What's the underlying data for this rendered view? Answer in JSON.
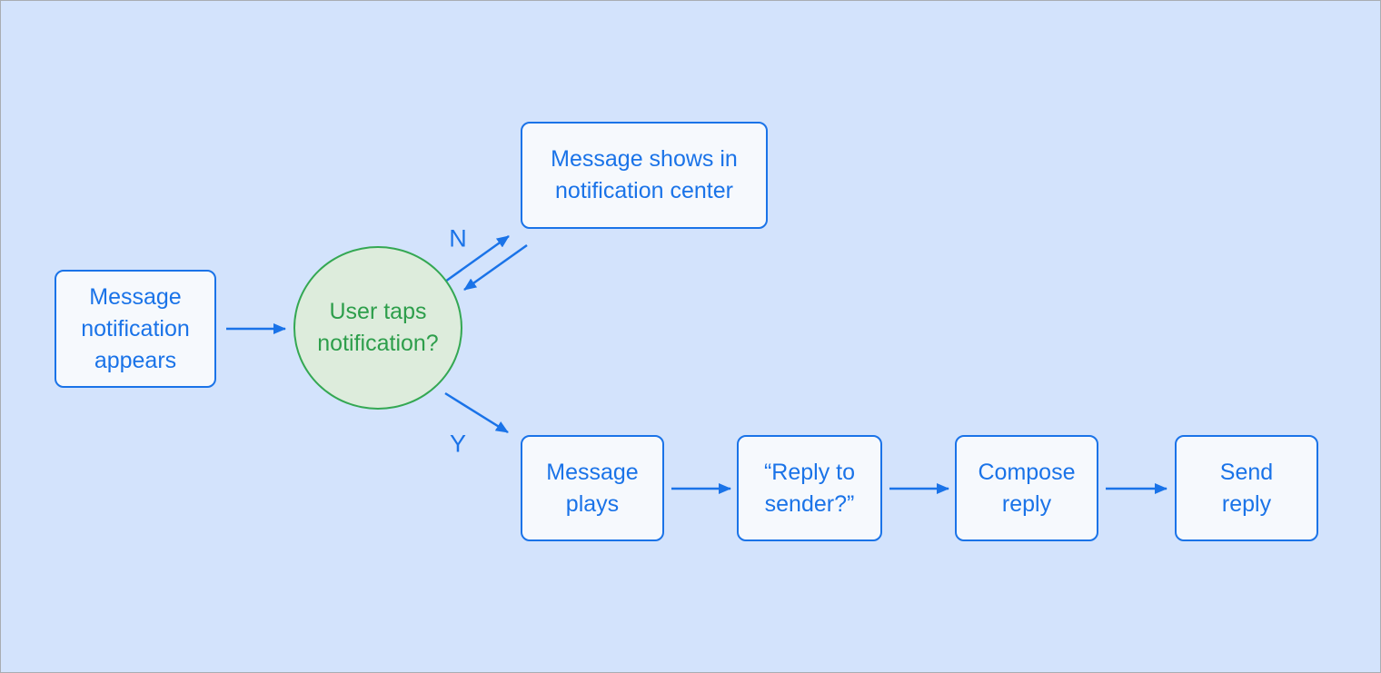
{
  "diagram": {
    "nodes": {
      "start": {
        "label": "Message\nnotification\nappears"
      },
      "decision": {
        "label": "User taps\nnotification?"
      },
      "no_case": {
        "label": "Message shows in\nnotification center"
      },
      "plays": {
        "label": "Message\nplays"
      },
      "reply": {
        "label": "“Reply to\nsender?”"
      },
      "compose": {
        "label": "Compose\nreply"
      },
      "send": {
        "label": "Send\nreply"
      }
    },
    "edge_labels": {
      "no": "N",
      "yes": "Y"
    },
    "colors": {
      "background": "#d3e3fc",
      "node_fill": "#f6f9fd",
      "node_border": "#1a73e8",
      "node_text": "#1a73e8",
      "decision_fill": "#ddecdc",
      "decision_border": "#34a853",
      "decision_text": "#2d9e4b",
      "arrow": "#1a73e8",
      "frame_border": "#a9adb2"
    }
  }
}
